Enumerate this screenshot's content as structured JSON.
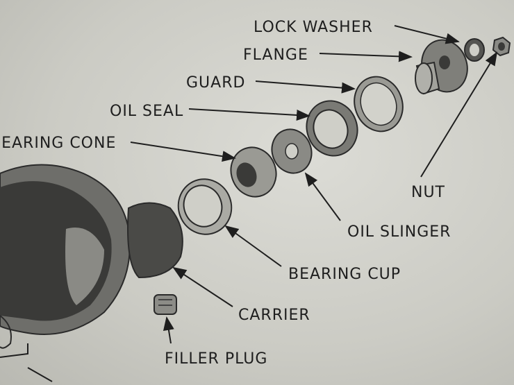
{
  "diagram": {
    "labels": {
      "lock_washer": "LOCK WASHER",
      "flange": "FLANGE",
      "guard": "GUARD",
      "oil_seal": "OIL SEAL",
      "bearing_cone": "BEARING CONE",
      "nut": "NUT",
      "oil_slinger": "OIL SLINGER",
      "bearing_cup": "BEARING CUP",
      "carrier": "CARRIER",
      "filler_plug": "FILLER PLUG"
    }
  }
}
